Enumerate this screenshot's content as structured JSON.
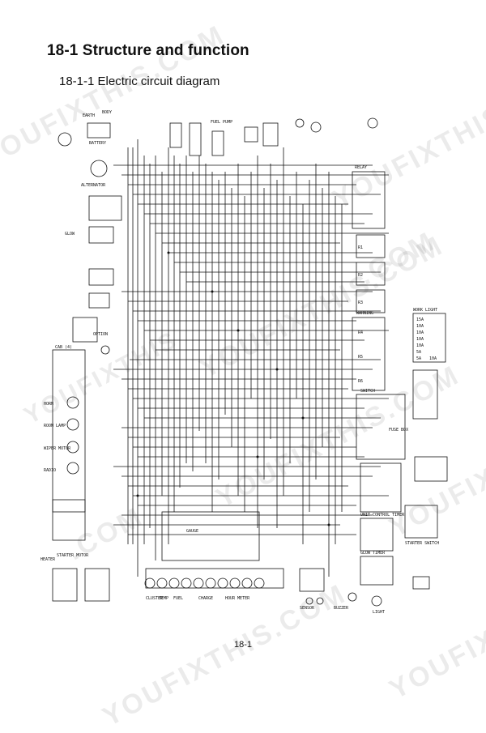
{
  "page": {
    "title": "18-1 Structure and function",
    "subtitle": "18-1-1 Electric circuit diagram",
    "page_number": "18-1"
  },
  "watermark": {
    "text1": "YOUFIXTHIS.COM",
    "text2": "YOUFIXTHIS",
    "text3": ".COM"
  },
  "diagram": {
    "labels": {
      "earth": "EARTH",
      "body": "BODY",
      "battery": "BATTERY",
      "alternator": "ALTERNATOR",
      "starter_motor": "STARTER MOTOR",
      "glow": "GLOW",
      "option": "OPTION",
      "cab": "CAB (4)",
      "cluster": "CLUSTER",
      "fuse_box": "FUSE BOX",
      "unit_control_timer": "UNIT CONTROL TIMER",
      "glow_timer": "GLOW TIMER",
      "horn": "HORN",
      "light": "LIGHT",
      "wiper_motor": "WIPER MOTOR",
      "heater": "HEATER",
      "radio": "RADIO",
      "room_lamp": "ROOM LAMP",
      "temp": "TEMP",
      "fuel": "FUEL",
      "charge": "CHARGE",
      "hour_meter": "HOUR METER",
      "gauge": "GAUGE",
      "relay": "RELAY",
      "warning": "WARNING",
      "switch": "SWITCH",
      "sensor": "SENSOR",
      "buzzer": "BUZZER",
      "starter_switch": "STARTER SWITCH",
      "work_light": "WORK LIGHT",
      "fuel_pump": "FUEL PUMP"
    },
    "fuse_legend": [
      "15A",
      "10A",
      "10A",
      "10A",
      "10A",
      "5A",
      "5A",
      "10A"
    ],
    "relay_labels": [
      "R1",
      "R2",
      "R3",
      "R4",
      "R5",
      "R6"
    ]
  }
}
